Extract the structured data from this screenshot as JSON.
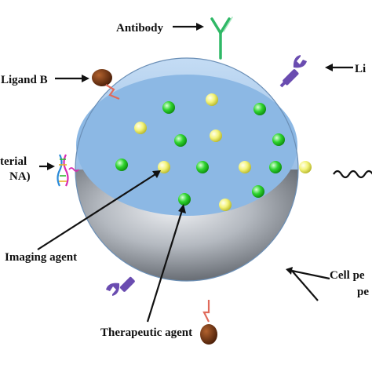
{
  "labels": {
    "antibody": "Antibody",
    "ligand_b": "Ligand B",
    "ligand_a": "Li",
    "material_line1": "terial",
    "material_line2": "NA)",
    "imaging_agent": "Imaging agent",
    "cell_pe_line1": "Cell pe",
    "cell_pe_line2": "pe",
    "therapeutic_agent": "Therapeutic agent"
  },
  "colors": {
    "sphere_top": "#a8c8ec",
    "sphere_bottom": "#8c929a",
    "green_agent": "#22cc22",
    "yellow_agent": "#f2f25a",
    "antibody": "#2fb866",
    "ligand_a": "#6a4cb0",
    "ligand_b": "#6b2c10",
    "linker": "#e06a5a"
  },
  "icons": {
    "antibody": "y-shaped-antibody-icon",
    "ligand_a": "purple-wrench-ligand-icon",
    "ligand_b": "brown-oval-ligand-icon",
    "dna": "dna-helix-icon",
    "peptide": "wavy-peptide-icon"
  }
}
